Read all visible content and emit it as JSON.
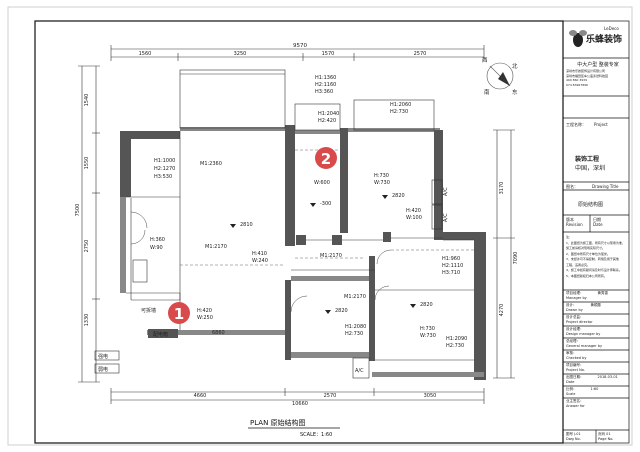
{
  "drawing": {
    "overall_dims_top": [
      "9570"
    ],
    "dims_top": [
      "1560",
      "3250",
      "1570",
      "2570"
    ],
    "dims_bottom_total": [
      "10660"
    ],
    "dims_bottom": [
      "4660",
      "2570",
      "3050"
    ],
    "dims_left": [
      "1540",
      "1550",
      "7500",
      "2750",
      "1330"
    ],
    "dims_right": [
      "3170",
      "7090",
      "4270"
    ],
    "window_top_left": [
      "H1:1360",
      "H2:1160",
      "H3:360"
    ],
    "window_top_mid": [
      "H1:2040",
      "H2:420"
    ],
    "window_top_right": [
      "H1:2060",
      "H2:730"
    ],
    "room_left_small": [
      "H1:1000",
      "H2:1270",
      "H3:530"
    ],
    "door_m": [
      "M1:2360"
    ],
    "room_kitchen": [
      "H:360",
      "W:90"
    ],
    "living_m": [
      "M1:2170"
    ],
    "center_level": [
      "2810"
    ],
    "mid_door": [
      "H:410",
      "W:240"
    ],
    "bath_left_label": [
      "H:420",
      "W:250"
    ],
    "entry_label": [
      "可拆墙"
    ],
    "power_box": [
      "配电箱"
    ],
    "corridor": [
      "W:600"
    ],
    "corridor_level": [
      "-300"
    ],
    "right_top_room": [
      "H:730",
      "W:730"
    ],
    "right_top_level": [
      "2820"
    ],
    "right_side": [
      "H:420",
      "W:100"
    ],
    "ac_labels": [
      "A/C",
      "A/C",
      "A/C"
    ],
    "bottom_mid_m": [
      "M1:2170",
      "M1:2170"
    ],
    "bottom_mid_level": [
      "2820"
    ],
    "bottom_mid_door": [
      "H1:2080",
      "H2:730"
    ],
    "bottom_right_top": [
      "H1:960",
      "H2:1110",
      "H3:710"
    ],
    "bottom_right_level": [
      "2820"
    ],
    "bottom_right_door": [
      "H:730",
      "W:730"
    ],
    "bottom_right_door2": [
      "H1:2090",
      "H2:730"
    ],
    "bottom_dim_inner": [
      "6860"
    ],
    "plan_title": "PLAN   原始结构图",
    "plan_scale": "SCALE：1:60",
    "markers": [
      "1",
      "2"
    ],
    "compass": [
      "西",
      "北",
      "东",
      "南"
    ],
    "left_legend": [
      "强电",
      "弱电"
    ]
  },
  "title_block": {
    "logo_text": "乐蜂装饰",
    "logo_tag": "LeDeco",
    "slogan": "中大户型  整装专家",
    "company_lines": [
      "深圳市乐蜂装饰设计有限公司",
      "深圳市福田区车公庙泰然科技园",
      "400 860 3939",
      "074 83967896"
    ],
    "project_label": "工程名称：",
    "project_en": "Project",
    "project_name": "装饰工程",
    "project_location": "中国，深圳",
    "sheet_label": "图名：",
    "sheet_en": "Drawing Title",
    "sheet_name": "原始结构图",
    "revision_label": "版本",
    "revision_en": "Revision",
    "date_label": "日期",
    "date_en": "Date",
    "notes": [
      "注：",
      "1、此图纸为施工图，所有尺寸以现场为准，",
      "施工前请核对现场实际尺寸。",
      "2、图纸中所有尺寸单位为毫米。",
      "3、未经许可不得复制、转借及用于其他",
      "工程，违者必究。",
      "4、施工中如有疑问请及时与设计师联系。",
      "5、本图纸版权归本公司所有。"
    ],
    "rows": [
      {
        "cn": "项目经理：",
        "en": "Manager by",
        "value": "黄秀香"
      },
      {
        "cn": "设计：",
        "en": "Drawn by",
        "value": "黄顺藤"
      },
      {
        "cn": "设计总监：",
        "en": "Project director",
        "value": ""
      },
      {
        "cn": "设计经理：",
        "en": "Design manager by",
        "value": ""
      },
      {
        "cn": "总经理：",
        "en": "General manager by",
        "value": ""
      },
      {
        "cn": "审核：",
        "en": "Checked by",
        "value": ""
      },
      {
        "cn": "项目编号：",
        "en": "Project No.",
        "value": ""
      },
      {
        "cn": "出图日期：",
        "en": "Date",
        "value": "2018-03-01"
      },
      {
        "cn": "比例：",
        "en": "Scale",
        "value": "1:60"
      },
      {
        "cn": "业主签名：",
        "en": "Answer for",
        "value": ""
      }
    ],
    "sheet_no_label": "图号",
    "sheet_no_en": "Dwg No.",
    "sheet_no_value": "J-01",
    "page_label": "页码",
    "page_en": "Page No.",
    "page_value": "01"
  }
}
